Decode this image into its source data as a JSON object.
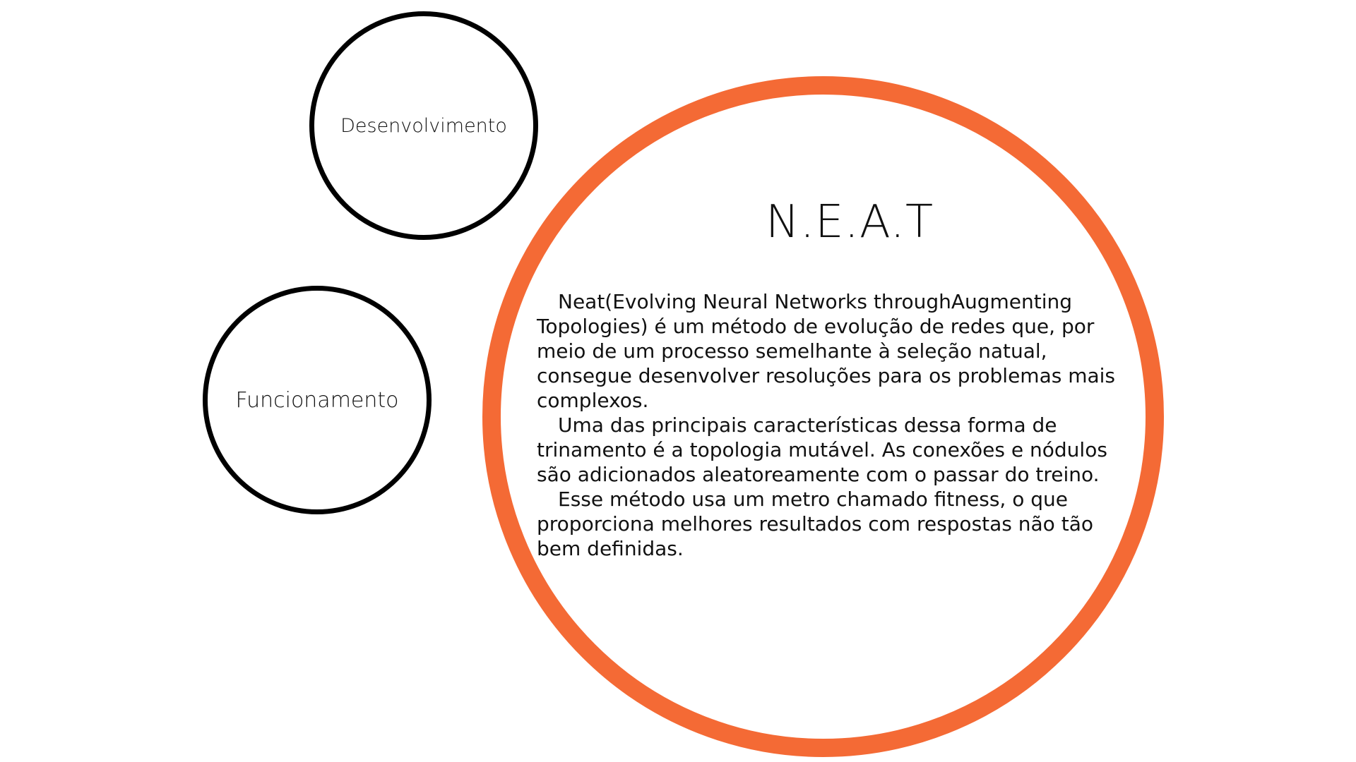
{
  "nodes": {
    "desenvolvimento": {
      "label": "Desenvolvimento"
    },
    "funcionamento": {
      "label": "Funcionamento"
    },
    "neat": {
      "title": "N.E.A.T",
      "paragraphs": [
        "Neat(Evolving Neural Networks throughAugmenting Topologies) é um método de evolução de redes que, por meio de um processo semelhante à seleção natual, consegue desenvolver resoluções para os problemas mais complexos.",
        "Uma das principais características dessa forma de trinamento é a topologia mutável. As conexões e nódulos são adicionados aleatoreamente com o passar do treino.",
        "Esse método usa um metro chamado fitness, o que proporciona melhores resultados com respostas não tão bem definidas."
      ]
    }
  },
  "colors": {
    "accent_ring": "#f46a35",
    "node_ring": "#000000",
    "text": "#111111",
    "background": "#ffffff"
  }
}
